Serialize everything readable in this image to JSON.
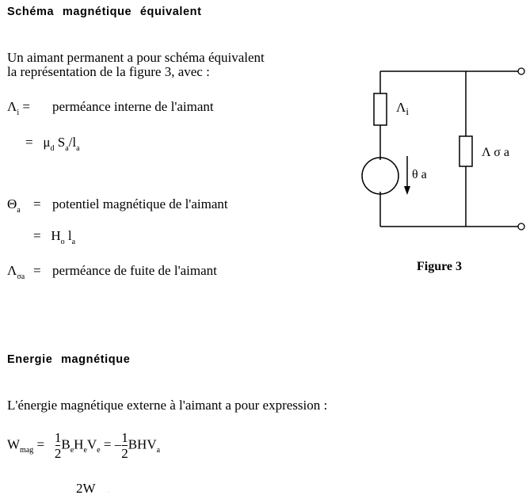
{
  "section1": {
    "heading": "Schéma magnétique équivalent",
    "intro_line1": "Un aimant permanent a pour schéma équivalent",
    "intro_line2": "la représentation de la figure 3, avec :"
  },
  "defs": {
    "lambda_i": {
      "symbol": "Λ",
      "sub": "i",
      "eq": " = ",
      "text": "perméance interne de l'aimant"
    },
    "lambda_i_formula": {
      "eq": "=",
      "mu": "μ",
      "mu_sub": "d",
      "S": "S",
      "S_sub": "a",
      "slash_l": "/l",
      "l_sub": "a"
    },
    "theta_a": {
      "symbol": "Θ",
      "sub": "a",
      "eq": "=",
      "text": "potentiel magnétique de l'aimant"
    },
    "theta_formula": {
      "eq": "=",
      "H": "H",
      "H_sub": "o",
      "l": "l",
      "l_sub": "a"
    },
    "lambda_sigma": {
      "symbol": "Λ",
      "sub": "σa",
      "eq": "=",
      "text": "perméance de fuite de l'aimant"
    }
  },
  "figure": {
    "label_lambda_i": "Λ",
    "label_lambda_i_sub": "i",
    "label_theta": "θ a",
    "label_lambda_sigma": "Λ σ a",
    "caption": "Figure 3"
  },
  "section2": {
    "heading": "Energie magnétique",
    "intro": "L'énergie magnétique externe à l'aimant a pour expression :"
  },
  "wmag_formula": {
    "W": "W",
    "W_sub": "mag",
    "eq": " = ",
    "num1": "1",
    "den1": "2",
    "B": "B",
    "B_sub": "e",
    "H": "H",
    "H_sub": "e",
    "V": "V",
    "V_sub": "e",
    "eq2": " = –",
    "num2": "1",
    "den2": "2",
    "BHV": "BHV",
    "BHV_sub": "a"
  },
  "partial_formula": {
    "text": "2W",
    "sub": "mag"
  }
}
